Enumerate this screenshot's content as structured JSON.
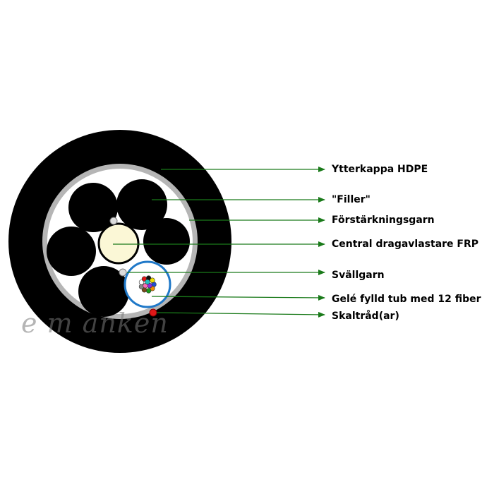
{
  "labels": [
    "Ytterkappa HDPE",
    "\"Filler\"",
    "Förstärkningsgarn",
    "Central dragavlastare FRP",
    "Svällgarn",
    "Gelé fylld tub med 12 fiber",
    "Skaltråd(ar)"
  ],
  "watermark": "e          m          anken",
  "colors": {
    "jacket": "#000000",
    "yarn_ring": "#b5b5b5",
    "inner": "#ffffff",
    "central_member": "#fbf7d6",
    "tube_ring": "#1f78c8",
    "ripcord": "#e01818",
    "leader": "#1a7a1a"
  },
  "fiber_colors": [
    "#1f4fd1",
    "#f08a00",
    "#1a9a1a",
    "#7a4a1a",
    "#888888",
    "#ffffff",
    "#e01818",
    "#111111",
    "#f0e000",
    "#8a2be2",
    "#ff69b4",
    "#20c0c0"
  ]
}
